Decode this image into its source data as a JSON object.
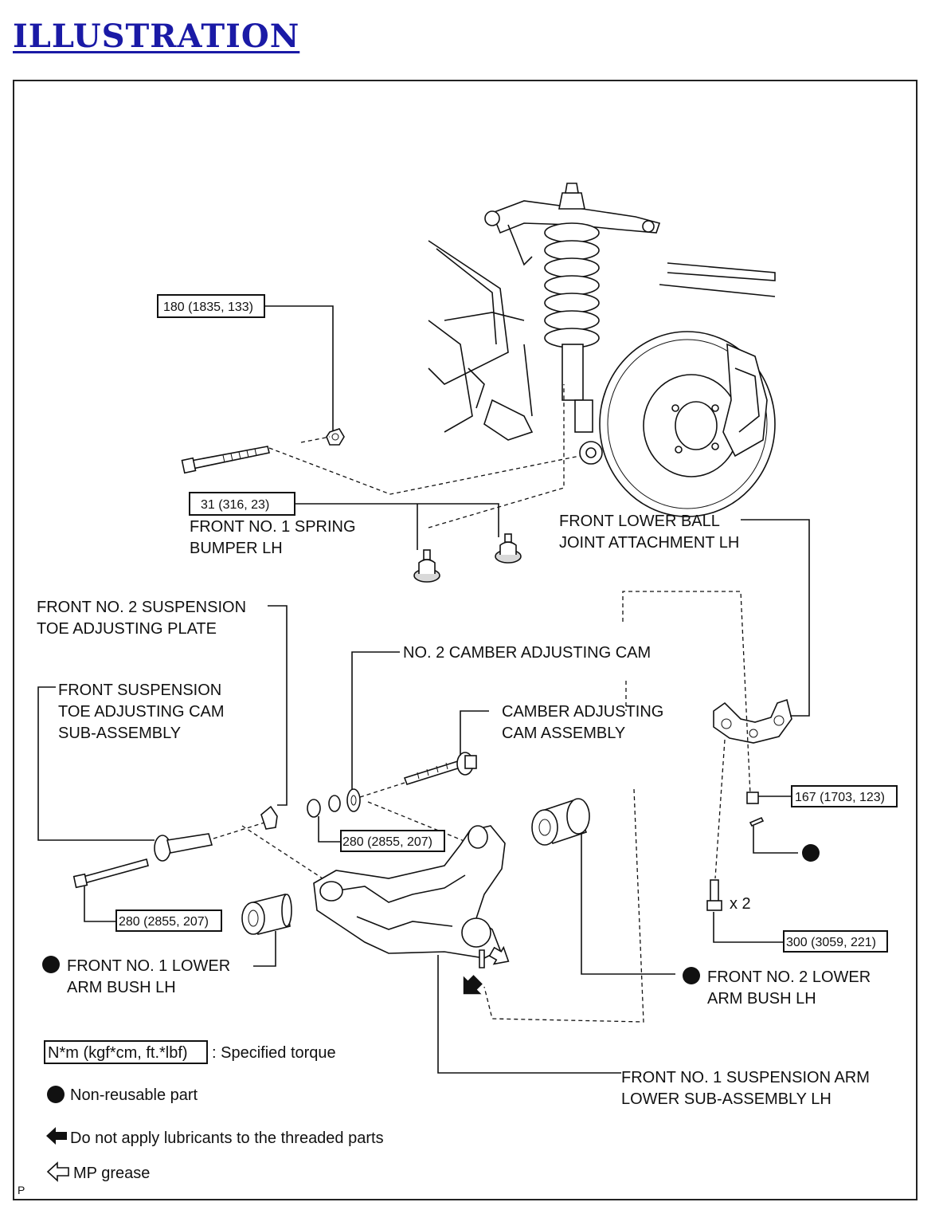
{
  "page": {
    "title": "ILLUSTRATION"
  },
  "torque_specs": {
    "upper_bolt": "180 (1835, 133)",
    "spring_bumper": "31 (316, 23)",
    "ball_joint_nut": "167 (1703, 123)",
    "cam_nut": "280 (2855, 207)",
    "toe_cam_bolt": "280 (2855, 207)",
    "ball_joint_bolt": "300 (3059, 221)"
  },
  "labels": {
    "spring_bumper": [
      "FRONT NO. 1 SPRING",
      "BUMPER LH"
    ],
    "ball_joint_attachment": [
      "FRONT LOWER BALL",
      "JOINT ATTACHMENT LH"
    ],
    "toe_plate": [
      "FRONT NO. 2 SUSPENSION",
      "TOE ADJUSTING PLATE"
    ],
    "no2_camber_cam": [
      "NO. 2 CAMBER ADJUSTING CAM"
    ],
    "toe_cam": [
      "FRONT SUSPENSION",
      "TOE ADJUSTING CAM",
      "SUB-ASSEMBLY"
    ],
    "camber_cam": [
      "CAMBER ADJUSTING",
      "CAM ASSEMBLY"
    ],
    "bush1": [
      "FRONT NO. 1 LOWER",
      "ARM BUSH LH"
    ],
    "bush2": [
      "FRONT NO. 2 LOWER",
      "ARM BUSH LH"
    ],
    "lower_arm": [
      "FRONT NO. 1 SUSPENSION ARM",
      "LOWER SUB-ASSEMBLY LH"
    ],
    "quantity": "x 2"
  },
  "legend": {
    "torque_box": "N*m (kgf*cm, ft.*lbf)",
    "torque_text": ": Specified torque",
    "nonreusable": "Non-reusable part",
    "no_lubricant": "Do not apply lubricants to the threaded parts",
    "mp_grease": "MP grease"
  },
  "corner_code": "P"
}
